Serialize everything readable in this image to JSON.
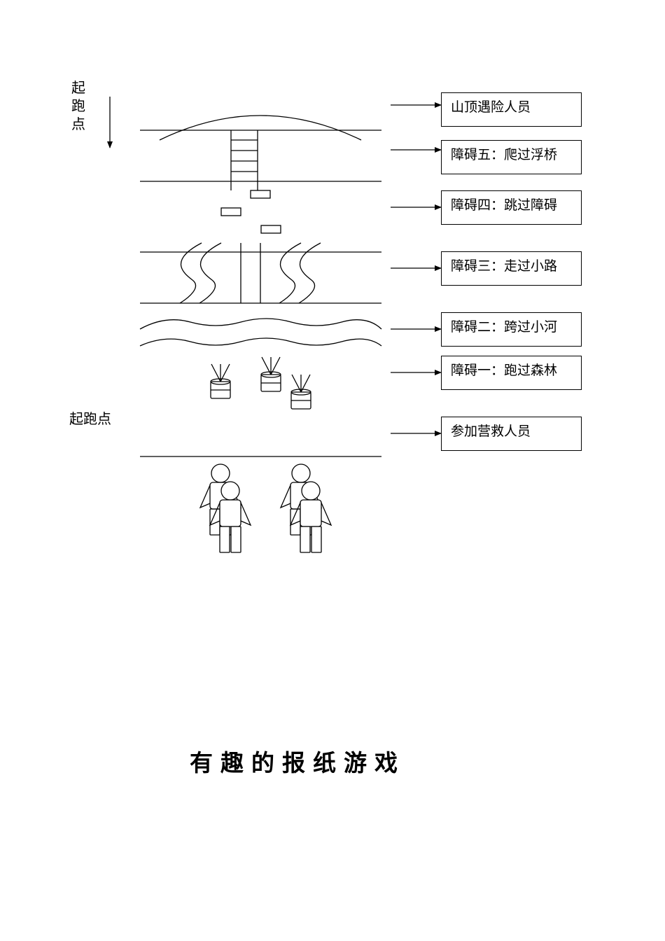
{
  "start_vertical": "起\n跑\n点",
  "start_horizontal": "起跑点",
  "stages": [
    {
      "id": "summit",
      "label": "山顶遇险人员"
    },
    {
      "id": "obstacle5",
      "label": "障碍五：爬过浮桥"
    },
    {
      "id": "obstacle4",
      "label": "障碍四：跳过障碍"
    },
    {
      "id": "obstacle3",
      "label": "障碍三：走过小路"
    },
    {
      "id": "obstacle2",
      "label": "障碍二：跨过小河"
    },
    {
      "id": "obstacle1",
      "label": "障碍一：跑过森林"
    },
    {
      "id": "rescuers",
      "label": "参加营救人员"
    }
  ],
  "title": "有趣的报纸游戏"
}
